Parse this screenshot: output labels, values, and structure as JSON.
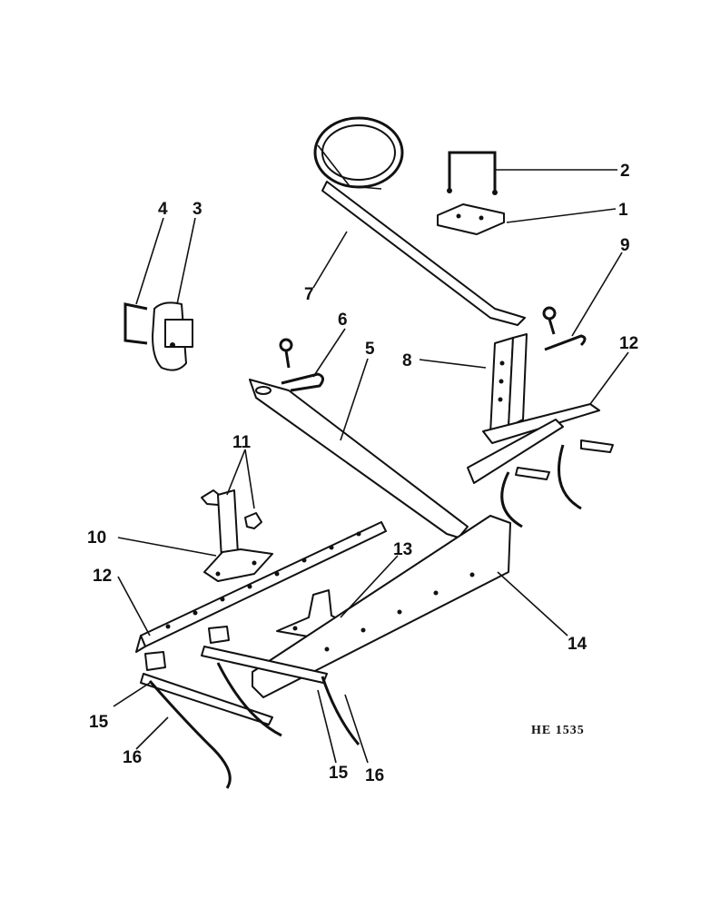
{
  "figure_code": "HE 1535",
  "callouts": {
    "c1": "1",
    "c2": "2",
    "c3": "3",
    "c4": "4",
    "c5": "5",
    "c6": "6",
    "c7": "7",
    "c8": "8",
    "c9": "9",
    "c10": "10",
    "c11": "11",
    "c12a": "12",
    "c12b": "12",
    "c13": "13",
    "c14": "14",
    "c15a": "15",
    "c15b": "15",
    "c16a": "16",
    "c16b": "16"
  }
}
